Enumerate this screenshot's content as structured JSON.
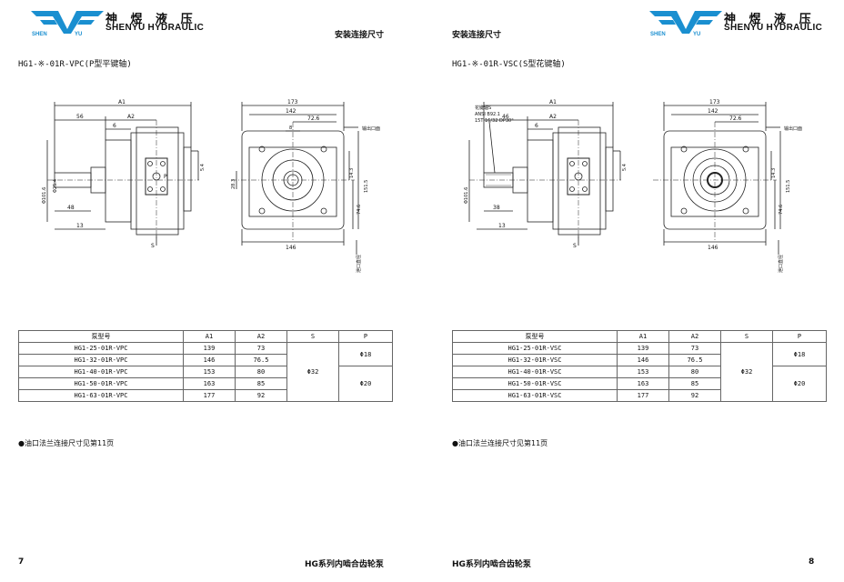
{
  "brand": {
    "name_cn": "神 煜 液 压",
    "name_en": "SHENYU HYDRAULIC",
    "logo_left": "SHEN",
    "logo_right": "YU",
    "color": "#1a8fd0"
  },
  "pages": [
    {
      "section_title": "安装连接尺寸",
      "model_title": "HG1-※-01R-VPC(P型平键轴)",
      "dims": {
        "a1": "A1",
        "a2": "A2",
        "d56": "56",
        "d6": "6",
        "d48": "48",
        "d13": "13",
        "d173": "173",
        "d142": "142",
        "d726": "72.6",
        "d146": "146",
        "d54": "5.4",
        "d143": "14.3",
        "d1515": "151.5",
        "d746": "74.6",
        "phi1016": "Φ101.6",
        "phi25": "Φ25.4",
        "d283": "28.3",
        "d8": "8",
        "s": "S",
        "p": "P",
        "outlet": "输出口面",
        "drain": "泄口直径"
      },
      "table": {
        "headers": [
          "泵型号",
          "A1",
          "A2",
          "S",
          "P"
        ],
        "rows": [
          [
            "HG1-25-01R-VPC",
            "139",
            "73"
          ],
          [
            "HG1-32-01R-VPC",
            "146",
            "76.5"
          ],
          [
            "HG1-40-01R-VPC",
            "153",
            "80"
          ],
          [
            "HG1-50-01R-VPC",
            "163",
            "85"
          ],
          [
            "HG1-63-01R-VPC",
            "177",
            "92"
          ]
        ],
        "s_value": "Φ32",
        "p_value_1": "Φ18",
        "p_value_2": "Φ20"
      },
      "note": "●油口法兰连接尺寸见第11页",
      "page_number": "7",
      "series": "HG系列内啮合齿轮泵"
    },
    {
      "section_title": "安装连接尺寸",
      "model_title": "HG1-※-01R-VSC(S型花键轴)",
      "dims": {
        "a1": "A1",
        "a2": "A2",
        "d46": "46",
        "d6": "6",
        "d38": "38",
        "d13": "13",
        "spline1": "花键轴S",
        "spline2": "ANSI B92.1",
        "spline3": "15T 16/32 DP30°",
        "d173": "173",
        "d142": "142",
        "d726": "72.6",
        "d146": "146",
        "d54": "5.4",
        "d143": "14.3",
        "d1515": "151.5",
        "d746": "74.6",
        "phi1016": "Φ101.6",
        "s": "S",
        "outlet": "输出口面",
        "drain": "泄口直径"
      },
      "table": {
        "headers": [
          "泵型号",
          "A1",
          "A2",
          "S",
          "P"
        ],
        "rows": [
          [
            "HG1-25-01R-VSC",
            "139",
            "73"
          ],
          [
            "HG1-32-01R-VSC",
            "146",
            "76.5"
          ],
          [
            "HG1-40-01R-VSC",
            "153",
            "80"
          ],
          [
            "HG1-50-01R-VSC",
            "163",
            "85"
          ],
          [
            "HG1-63-01R-VSC",
            "177",
            "92"
          ]
        ],
        "s_value": "Φ32",
        "p_value_1": "Φ18",
        "p_value_2": "Φ20"
      },
      "note": "●油口法兰连接尺寸见第11页",
      "page_number": "8",
      "series": "HG系列内啮合齿轮泵"
    }
  ]
}
